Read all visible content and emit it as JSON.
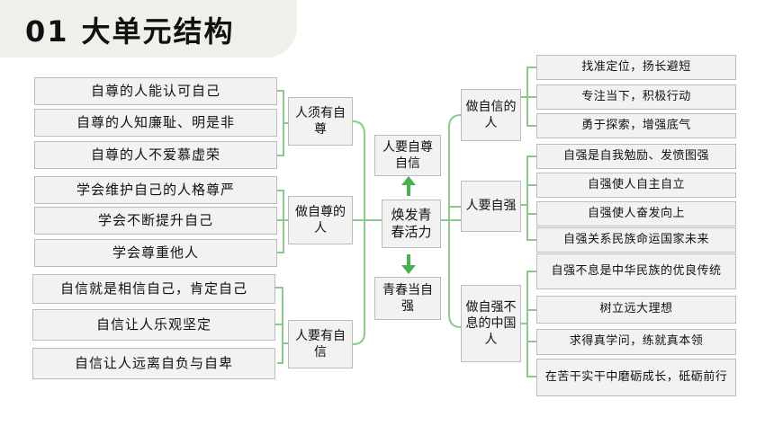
{
  "header": {
    "number": "01",
    "title": "大单元结构"
  },
  "center": {
    "main": "焕发青春活力",
    "top": "人要自尊自信",
    "bottom": "青春当自强"
  },
  "left_groups": [
    {
      "label": "人须有自尊",
      "items": [
        "自尊的人能认可自己",
        "自尊的人知廉耻、明是非",
        "自尊的人不爱慕虚荣"
      ]
    },
    {
      "label": "做自尊的人",
      "items": [
        "学会维护自己的人格尊严",
        "学会不断提升自己",
        "学会尊重他人"
      ]
    },
    {
      "label": "人要有自信",
      "items": [
        "自信就是相信自己，肯定自己",
        "自信让人乐观坚定",
        "自信让人远离自负与自卑"
      ]
    }
  ],
  "right_groups": [
    {
      "label": "做自信的人",
      "items": [
        "找准定位，扬长避短",
        "专注当下，积极行动",
        "勇于探索，增强底气"
      ]
    },
    {
      "label": "人要自强",
      "items": [
        "自强是自我勉励、发愤图强",
        "自强使人自主自立",
        "自强使人奋发向上",
        "自强关系民族命运国家未来"
      ]
    },
    {
      "label": "做自强不息的中国人",
      "items": [
        "自强不息是中华民族的优良传统",
        "树立远大理想",
        "求得真学问，练就真本领",
        "在苦干实干中磨砺成长，砥砺前行"
      ]
    }
  ],
  "colors": {
    "line": "#8cc98a",
    "arrow": "#4caf50",
    "box_fill": "#f2f2f2",
    "box_border": "#b9bdb7",
    "title_bg": "#eef0ea"
  }
}
